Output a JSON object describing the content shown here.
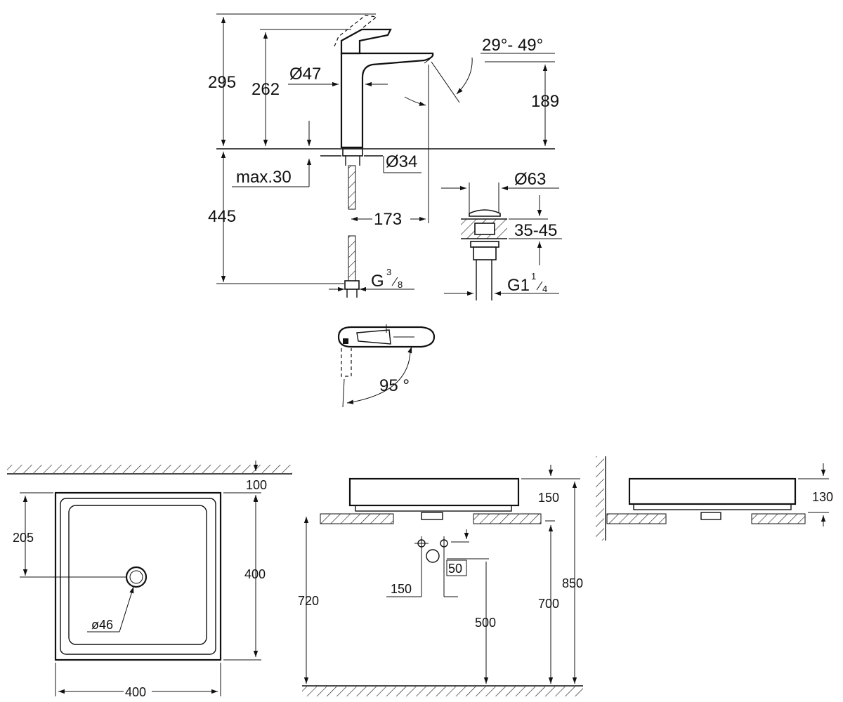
{
  "labels": {
    "faucet_height_total": "295",
    "faucet_height_handle": "262",
    "faucet_body_diameter": "Ø47",
    "lever_angle": "29°- 49°",
    "spout_height": "189",
    "shank_diameter": "Ø34",
    "max_counter_thickness": "max.30",
    "hose_length": "445",
    "spout_reach": "173",
    "hose_thread_main": "G",
    "hose_thread_num": "3",
    "hose_thread_den": "8",
    "waste_diameter": "Ø63",
    "waste_range": "35-45",
    "waste_thread_main": "G1",
    "waste_thread_num": "1",
    "waste_thread_den": "4",
    "rotation_angle": "95 °",
    "basin_wall_clearance": "100",
    "basin_drain_offset": "205",
    "basin_depth": "400",
    "basin_drain_diameter": "ø46",
    "basin_width": "400",
    "basin_height_front": "150",
    "pipe_spacing": "150",
    "pipe_offset": "50",
    "counter_height": "720",
    "pipe_height": "500",
    "counter_height_alt": "700",
    "rim_height": "850",
    "basin_height_side": "130"
  },
  "colors": {
    "line": "#111111",
    "background": "#ffffff"
  }
}
